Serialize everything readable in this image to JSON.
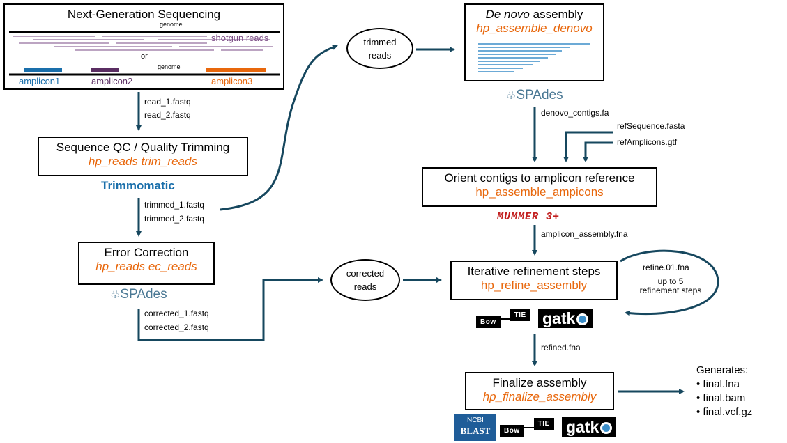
{
  "ngs": {
    "title": "Next-Generation Sequencing",
    "genome_label": "genome",
    "shotgun_label": "shotgun reads",
    "or_label": "or",
    "genome_label2": "genome",
    "amplicons": [
      "amplicon1",
      "amplicon2",
      "amplicon3"
    ],
    "colors": {
      "amplicon1": "#1a6fab",
      "amplicon2": "#5a2d62",
      "amplicon3": "#e8670c",
      "reads": "#7a4a84"
    }
  },
  "files": {
    "read1": "read_1.fastq",
    "read2": "read_2.fastq",
    "trimmed1": "trimmed_1.fastq",
    "trimmed2": "trimmed_2.fastq",
    "corrected1": "corrected_1.fastq",
    "corrected2": "corrected_2.fastq",
    "denovo_contigs": "denovo_contigs.fa",
    "ref_sequence": "refSequence.fasta",
    "ref_amplicons": "refAmplicons.gtf",
    "amplicon_assembly": "amplicon_assembly.fna",
    "refine01": "refine.01.fna",
    "refined": "refined.fna"
  },
  "qc": {
    "title": "Sequence QC / Quality Trimming",
    "cmd": "hp_reads trim_reads",
    "tool": "Trimmomatic"
  },
  "ec": {
    "title": "Error Correction",
    "cmd": "hp_reads ec_reads",
    "tool": "SPAdes"
  },
  "denovo": {
    "title_italic": "De novo",
    "title_rest": " assembly",
    "cmd": "hp_assemble_denovo",
    "tool": "SPAdes"
  },
  "orient": {
    "title": "Orient contigs to amplicon reference",
    "cmd": "hp_assemble_ampicons",
    "tool": "MUMMER 3+"
  },
  "refine": {
    "title": "Iterative refinement steps",
    "cmd": "hp_refine_assembly",
    "loop_note": "up to 5\nrefinement steps"
  },
  "finalize": {
    "title": "Finalize assembly",
    "cmd": "hp_finalize_assembly"
  },
  "ovals": {
    "trimmed": "trimmed\nreads",
    "corrected": "corrected\nreads"
  },
  "logos": {
    "bowtie_left": "Bow",
    "bowtie_right": "TIE",
    "gatk": "gatk",
    "ncbi": "NCBI",
    "blast": "BLAST"
  },
  "generates": {
    "title": "Generates:",
    "items": [
      "final.fna",
      "final.bam",
      "final.vcf.gz"
    ]
  },
  "colors": {
    "arrow": "#16475e",
    "accent": "#e8670c",
    "trimmomatic": "#1a6fab",
    "mummer": "#c21f1f",
    "spades": "#4a7894"
  }
}
